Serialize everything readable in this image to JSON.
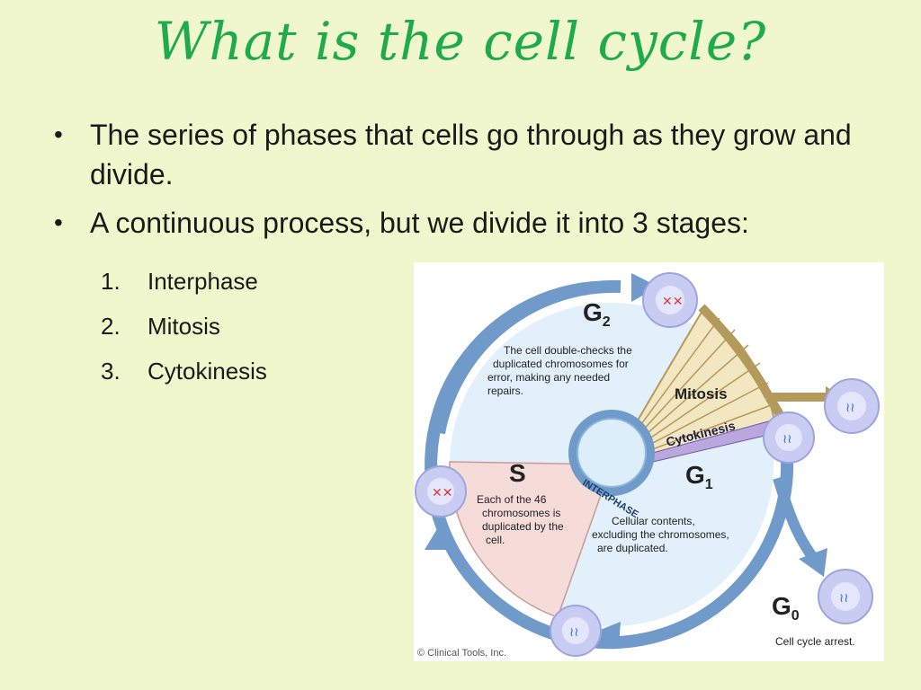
{
  "slide": {
    "title": "What is the cell cycle?",
    "bullets": [
      "The series of phases that cells go through as they grow and divide.",
      "A continuous process, but we divide it into 3 stages:"
    ],
    "stages": [
      {
        "number": "1.",
        "label": "Interphase"
      },
      {
        "number": "2.",
        "label": "Mitosis"
      },
      {
        "number": "3.",
        "label": "Cytokinesis"
      }
    ]
  },
  "diagram": {
    "g2_label": "G",
    "g2_sub": "2",
    "g2_text": [
      "The cell double-checks the",
      "duplicated chromosomes for",
      "error, making any needed",
      "repairs."
    ],
    "s_label": "S",
    "s_text": [
      "Each of the 46",
      "chromosomes is",
      "duplicated by the",
      "cell."
    ],
    "g1_label": "G",
    "g1_sub": "1",
    "g1_text": [
      "Cellular contents,",
      "excluding the chromosomes,",
      "are duplicated."
    ],
    "g0_label": "G",
    "g0_sub": "0",
    "g0_text": "Cell cycle arrest.",
    "mitosis_label": "Mitosis",
    "cytokinesis_label": "Cytokinesis",
    "interphase_label": "INTERPHASE",
    "copyright": "© Clinical Tools, Inc.",
    "colors": {
      "ring": "#6f9ac9",
      "g_text": "#222222",
      "s_fill": "#f6dcd8",
      "mitosis_fill": "#f3e7c2",
      "mitosis_stroke": "#b49a5a",
      "cytokinesis_fill": "#b9a7de",
      "cell_fill": "#c9ccf2",
      "inner_fill": "#dbeefa"
    }
  }
}
